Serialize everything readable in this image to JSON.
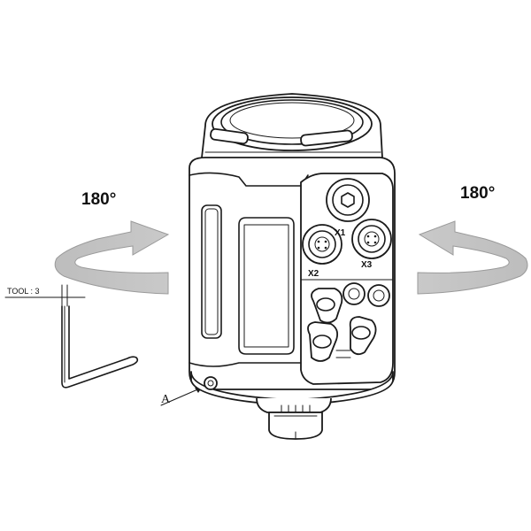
{
  "labels": {
    "left_angle": "180°",
    "right_angle": "180°",
    "tool": "TOOL : 3",
    "ref_a": "A",
    "conn_x1": "X1",
    "conn_x2": "X2",
    "conn_x3": "X3"
  },
  "colors": {
    "arrow_fill": "#b9b9b9",
    "arrow_fill_light": "#d4d4d4",
    "line": "#1a1a1a"
  },
  "icons": {
    "left_arrow": "rotate-arrow-right-icon",
    "right_arrow": "rotate-arrow-left-icon",
    "tool": "hex-key-icon"
  }
}
